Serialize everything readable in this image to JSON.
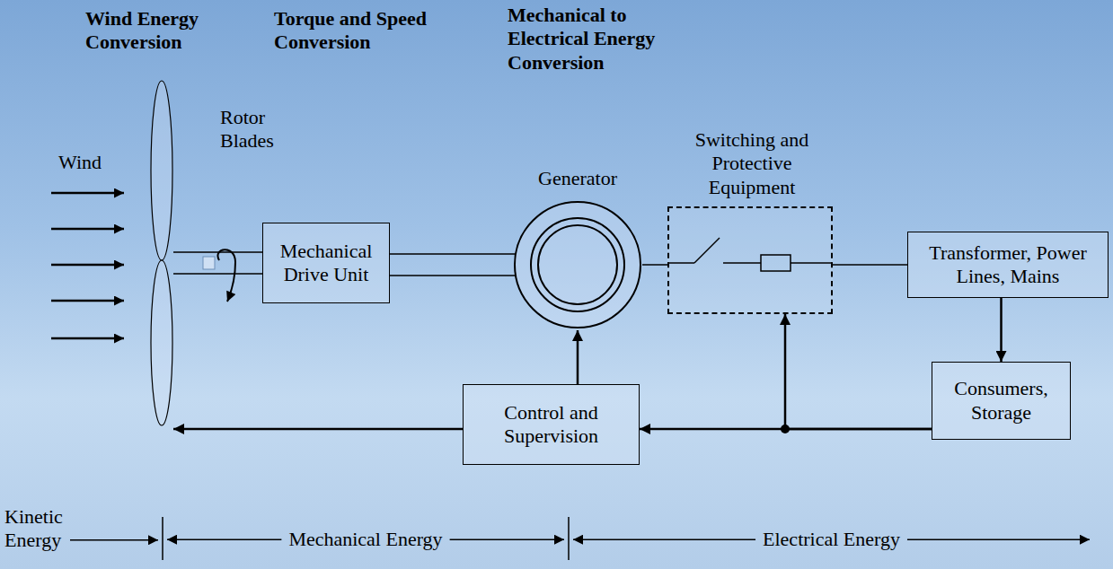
{
  "diagram": {
    "nodes": [
      {
        "text": [
          "Rotor Blades"
        ]
      },
      {
        "text": [
          "Mechanical Drive Unit"
        ]
      },
      {
        "text": [
          "Generator"
        ]
      },
      {
        "text": [
          "Switching and Protective Equipment"
        ]
      },
      {
        "text": [
          "Transformer, Power Lines, Mains"
        ]
      },
      {
        "text": [
          "Consumers, Storage"
        ]
      },
      {
        "text": [
          "Control and Supervision"
        ]
      }
    ],
    "edges": [
      {
        "from": 0,
        "to": 1,
        "arrow": "none"
      },
      {
        "from": 1,
        "to": 2,
        "arrow": "none"
      },
      {
        "from": 2,
        "to": 3,
        "arrow": "none"
      },
      {
        "from": 3,
        "to": 4,
        "arrow": "none"
      },
      {
        "from": 4,
        "to": 5,
        "arrow": "to"
      },
      {
        "from": 5,
        "to": 6,
        "arrow": "to"
      },
      {
        "from": 5,
        "to": 3,
        "arrow": "to"
      },
      {
        "from": 6,
        "to": 2,
        "arrow": "to"
      },
      {
        "from": 6,
        "to": 0,
        "arrow": "to"
      }
    ],
    "labels": [
      "Wind Energy Conversion",
      "Torque and Speed Conversion",
      "Mechanical to Electrical Energy Conversion",
      "Wind",
      "Kinetic Energy",
      "Mechanical Energy",
      "Electrical Energy"
    ]
  }
}
